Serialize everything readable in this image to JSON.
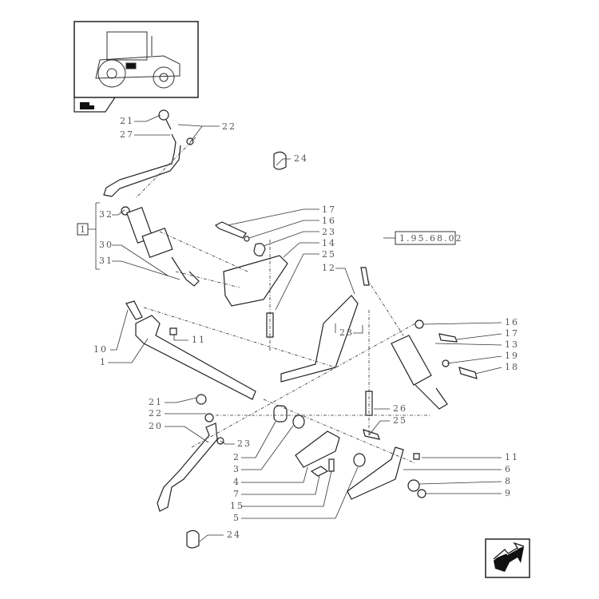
{
  "diagram": {
    "title_vehicle_icon": "tractor-thumbnail",
    "reference_box": "1.95.68.02",
    "group_label": "1",
    "callouts": {
      "top_left": [
        "21",
        "27",
        "22"
      ],
      "top_nut": "24",
      "group_left": [
        "32",
        "30",
        "31"
      ],
      "upper_middle": [
        "17",
        "16",
        "23",
        "14",
        "25",
        "12"
      ],
      "right_upper": [
        "16",
        "17",
        "13",
        "19",
        "18"
      ],
      "center": [
        "23",
        "26",
        "25"
      ],
      "left_mid": [
        "10",
        "1",
        "11"
      ],
      "left_low": [
        "21",
        "22",
        "20",
        "23"
      ],
      "bottom_mid": [
        "2",
        "3",
        "4",
        "7",
        "15",
        "5"
      ],
      "right_low": [
        "11",
        "6",
        "8",
        "9"
      ],
      "bottom_nut": "24"
    },
    "nav_icon": "next-page-arrow-icon"
  }
}
